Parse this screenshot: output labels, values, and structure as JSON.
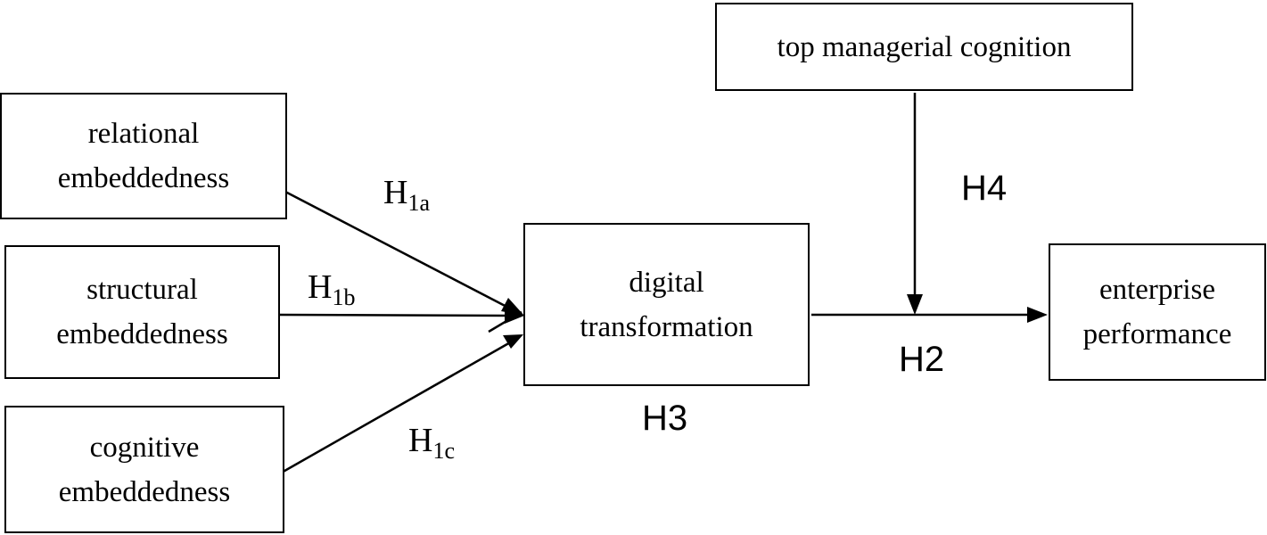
{
  "boxes": {
    "relational": "relational\nembeddedness",
    "structural": "structural\nembeddedness",
    "cognitive": "cognitive\nembeddedness",
    "digital": "digital\ntransformation",
    "performance": "enterprise\nperformance",
    "cognition": "top managerial cognition"
  },
  "hypotheses": {
    "h1a": {
      "main": "H",
      "sub": "1a"
    },
    "h1b": {
      "main": "H",
      "sub": "1b"
    },
    "h1c": {
      "main": "H",
      "sub": "1c"
    },
    "h2": "H2",
    "h3": "H3",
    "h4": "H4"
  },
  "colors": {
    "line": "#000000",
    "background": "#ffffff"
  }
}
